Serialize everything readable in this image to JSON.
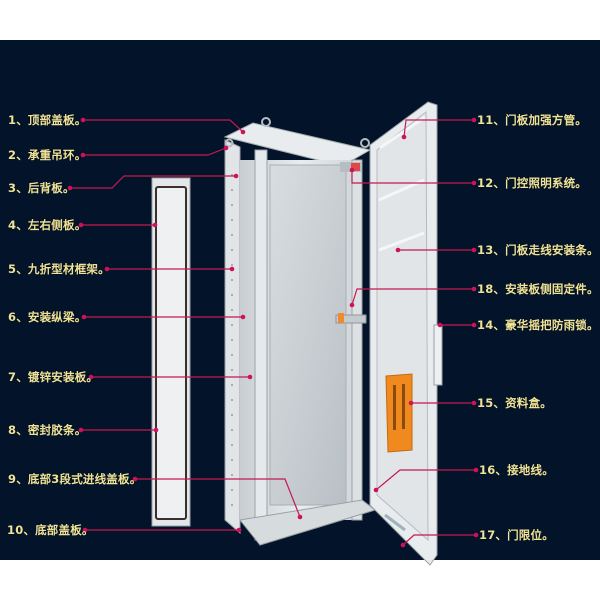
{
  "diagram": {
    "title": "Cabinet component diagram",
    "colors": {
      "background": "#03142a",
      "label_text": "#efe39a",
      "leader_line": "#c21a52",
      "cabinet_body": "#dfe3e6",
      "data_box": "#f08a1e"
    },
    "labels_left": [
      {
        "id": 1,
        "text": "1、顶部盖板。"
      },
      {
        "id": 2,
        "text": "2、承重吊环。"
      },
      {
        "id": 3,
        "text": "3、后背板。"
      },
      {
        "id": 4,
        "text": "4、左右侧板。"
      },
      {
        "id": 5,
        "text": "5、九折型材框架。"
      },
      {
        "id": 6,
        "text": "6、安装纵梁。"
      },
      {
        "id": 7,
        "text": "7、镀锌安装板。"
      },
      {
        "id": 8,
        "text": "8、密封胶条。"
      },
      {
        "id": 9,
        "text": "9、底部3段式进线盖板。"
      },
      {
        "id": 10,
        "text": "10、底部盖板。"
      }
    ],
    "labels_right": [
      {
        "id": 11,
        "text": "11、门板加强方管。"
      },
      {
        "id": 12,
        "text": "12、门控照明系统。"
      },
      {
        "id": 13,
        "text": "13、门板走线安装条。"
      },
      {
        "id": 18,
        "text": "18、安装板侧固定件。"
      },
      {
        "id": 14,
        "text": "14、豪华摇把防雨锁。"
      },
      {
        "id": 15,
        "text": "15、资料盒。"
      },
      {
        "id": 16,
        "text": "16、接地线。"
      },
      {
        "id": 17,
        "text": "17、门限位。"
      }
    ]
  }
}
